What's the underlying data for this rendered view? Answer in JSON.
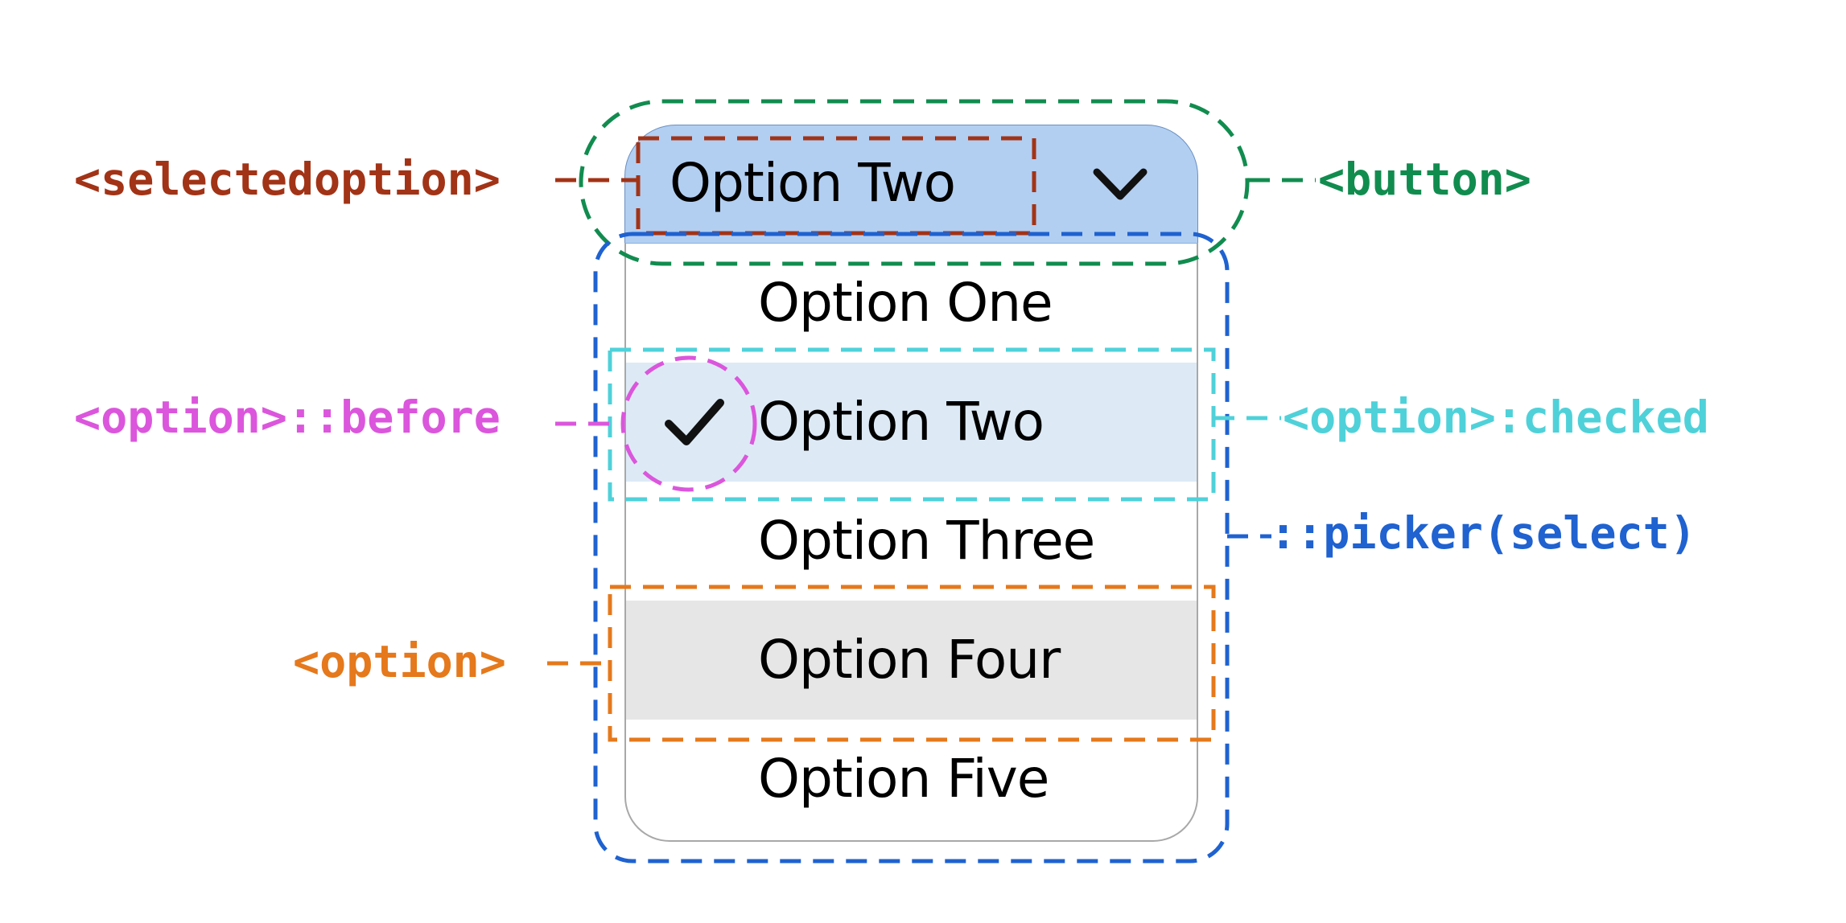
{
  "select": {
    "button_text": "Option Two",
    "options": [
      {
        "label": "Option One",
        "state": "default"
      },
      {
        "label": "Option Two",
        "state": "checked"
      },
      {
        "label": "Option Three",
        "state": "default"
      },
      {
        "label": "Option Four",
        "state": "hover"
      },
      {
        "label": "Option Five",
        "state": "default"
      }
    ],
    "colors": {
      "button_fill": "#b2cff2",
      "checked_fill": "#ddeaf6",
      "hover_fill": "#e6e6e6",
      "picker_border": "#a8a8a8"
    }
  },
  "annotations": {
    "selectedoption": {
      "label": "<selectedoption>",
      "color": "#a23316"
    },
    "button": {
      "label": "<button>",
      "color": "#118c4f"
    },
    "option_before": {
      "label": "<option>::before",
      "color": "#db56dc"
    },
    "option_checked": {
      "label": "<option>:checked",
      "color": "#4fd1d9"
    },
    "picker": {
      "label": "::picker(select)",
      "color": "#1f62d0"
    },
    "option": {
      "label": "<option>",
      "color": "#e5791c"
    }
  }
}
